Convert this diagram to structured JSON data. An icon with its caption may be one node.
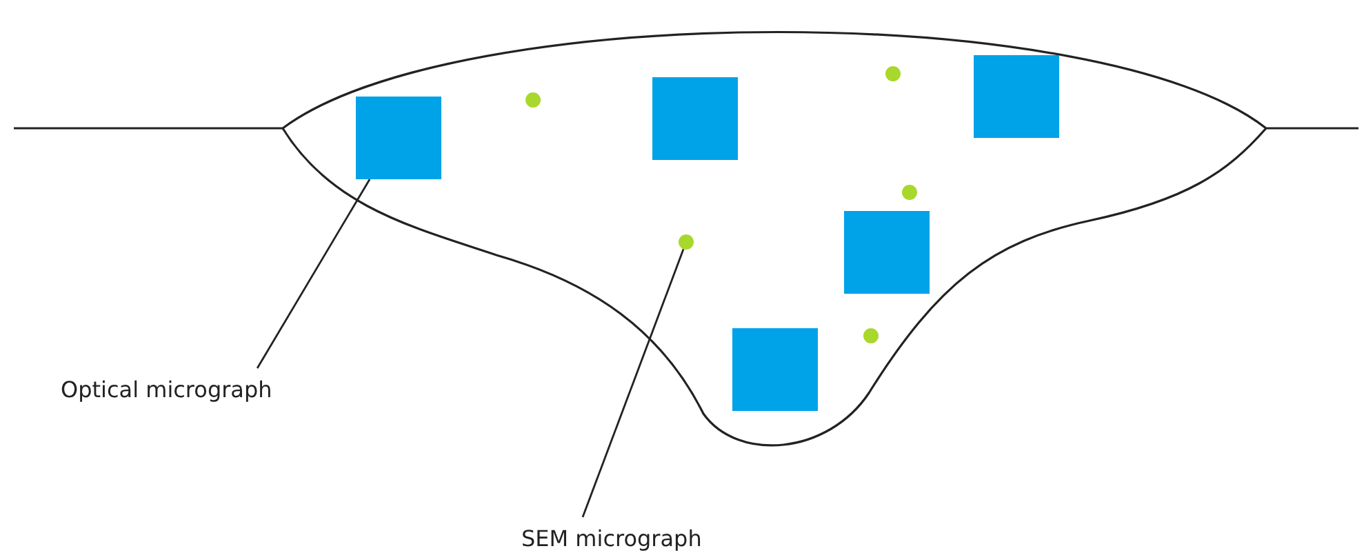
{
  "diagram": {
    "nodes": [
      {
        "text": [
          "Optical micrograph"
        ]
      },
      {
        "text": [
          "SEM micrograph"
        ]
      },
      {
        "text": [],
        "shape": "box"
      },
      {
        "text": [],
        "shape": "box"
      },
      {
        "text": [],
        "shape": "box"
      },
      {
        "text": [],
        "shape": "box"
      },
      {
        "text": [],
        "shape": "box"
      },
      {
        "text": [],
        "shape": "circle"
      },
      {
        "text": [],
        "shape": "circle"
      },
      {
        "text": [],
        "shape": "circle"
      },
      {
        "text": [],
        "shape": "circle"
      },
      {
        "text": [],
        "shape": "circle"
      }
    ],
    "edges": [
      {
        "from": 0,
        "to": 2,
        "arrow": "none"
      },
      {
        "from": 1,
        "to": 8,
        "arrow": "none"
      }
    ]
  }
}
